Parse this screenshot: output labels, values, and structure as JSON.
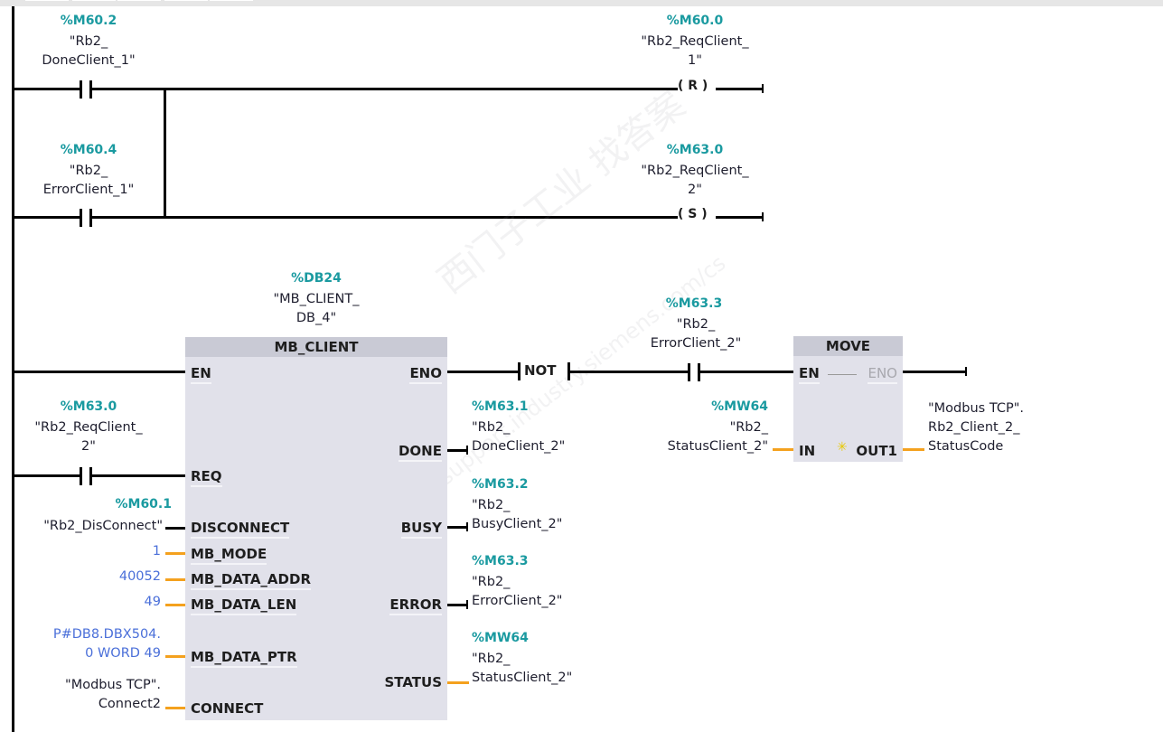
{
  "network1": {
    "contact1": {
      "address": "%M60.2",
      "symbol": "\"Rb2_\nDoneClient_1\""
    },
    "contact2": {
      "address": "%M60.4",
      "symbol": "\"Rb2_\nErrorClient_1\""
    },
    "coil_reset": {
      "address": "%M60.0",
      "symbol": "\"Rb2_ReqClient_\n1\"",
      "type": "( R )"
    },
    "coil_set": {
      "address": "%M63.0",
      "symbol": "\"Rb2_ReqClient_\n2\"",
      "type": "( S )"
    }
  },
  "network2": {
    "instance": {
      "address": "%DB24",
      "symbol": "\"MB_CLIENT_\nDB_4\""
    },
    "mb_client": {
      "title": "MB_CLIENT",
      "inputs": {
        "en": "EN",
        "req": "REQ",
        "disconnect": "DISCONNECT",
        "mb_mode": "MB_MODE",
        "mb_data_addr": "MB_DATA_ADDR",
        "mb_data_len": "MB_DATA_LEN",
        "mb_data_ptr": "MB_DATA_PTR",
        "connect": "CONNECT"
      },
      "outputs": {
        "eno": "ENO",
        "done": "DONE",
        "busy": "BUSY",
        "error": "ERROR",
        "status": "STATUS"
      }
    },
    "req_contact": {
      "address": "%M63.0",
      "symbol": "\"Rb2_ReqClient_\n2\""
    },
    "disconnect_param": {
      "address": "%M60.1",
      "symbol": "\"Rb2_DisConnect\""
    },
    "mb_mode_value": "1",
    "mb_data_addr_value": "40052",
    "mb_data_len_value": "49",
    "mb_data_ptr_value": "P#DB8.DBX504.\n0 WORD 49",
    "connect_value": "\"Modbus TCP\".\nConnect2",
    "done_out": {
      "address": "%M63.1",
      "symbol": "\"Rb2_\nDoneClient_2\""
    },
    "busy_out": {
      "address": "%M63.2",
      "symbol": "\"Rb2_\nBusyClient_2\""
    },
    "error_out": {
      "address": "%M63.3",
      "symbol": "\"Rb2_\nErrorClient_2\""
    },
    "status_out": {
      "address": "%MW64",
      "symbol": "\"Rb2_\nStatusClient_2\""
    },
    "not_label": "NOT",
    "error_contact": {
      "address": "%M63.3",
      "symbol": "\"Rb2_\nErrorClient_2\""
    },
    "move": {
      "title": "MOVE",
      "en": "EN",
      "eno": "ENO",
      "in": "IN",
      "out1": "OUT1",
      "star": "✳",
      "in_param": {
        "address": "%MW64",
        "symbol": "\"Rb2_\nStatusClient_2\""
      },
      "out_param": "\"Modbus TCP\".\nRb2_Client_2_\nStatusCode"
    }
  },
  "watermark": {
    "line1": "西门子工业 找答案",
    "line2": "support.industry.siemens.com/cs"
  },
  "colors": {
    "address": "#1a9aa0",
    "constant": "#4a6fd9",
    "wire_data": "#f4a11e",
    "box": "#e1e1ea",
    "box_title": "#c9cad5"
  }
}
